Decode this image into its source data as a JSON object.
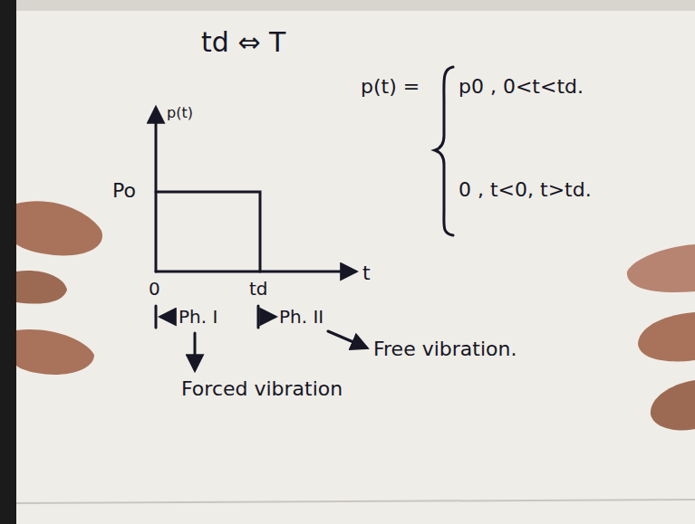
{
  "diagram": {
    "title": "td ⇔ T",
    "labels": [
      "p(t)",
      "Po",
      "0",
      "td",
      "t",
      "Ph. I",
      "Ph. II",
      "Free vibration.",
      "Forced vibration",
      "p(t) =",
      "p0 , 0<t<td.",
      "0 , t<0, t>td."
    ]
  }
}
